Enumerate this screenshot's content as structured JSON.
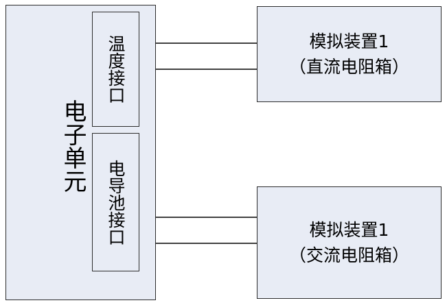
{
  "diagram": {
    "title": "",
    "colors": {
      "box_fill": "#e8ecf5",
      "box_stroke": "#2b2b2b",
      "line": "#000000",
      "background": "#ffffff"
    },
    "blocks": {
      "electronic_unit": {
        "label": "电子单元"
      },
      "temperature_port": {
        "label": "温度接口"
      },
      "conductivity_port": {
        "label": "电导池接口"
      },
      "device_dc": {
        "line1": "模拟装置1",
        "line2": "（直流电阻箱）"
      },
      "device_ac": {
        "line1": "模拟装置1",
        "line2": "（交流电阻箱）"
      }
    },
    "connections": [
      {
        "name": "temp-to-dc-upper",
        "from": "temperature_port",
        "to": "device_dc"
      },
      {
        "name": "temp-to-dc-lower",
        "from": "temperature_port",
        "to": "device_dc"
      },
      {
        "name": "cond-to-ac-upper",
        "from": "conductivity_port",
        "to": "device_ac"
      },
      {
        "name": "cond-to-ac-lower",
        "from": "conductivity_port",
        "to": "device_ac"
      }
    ]
  }
}
